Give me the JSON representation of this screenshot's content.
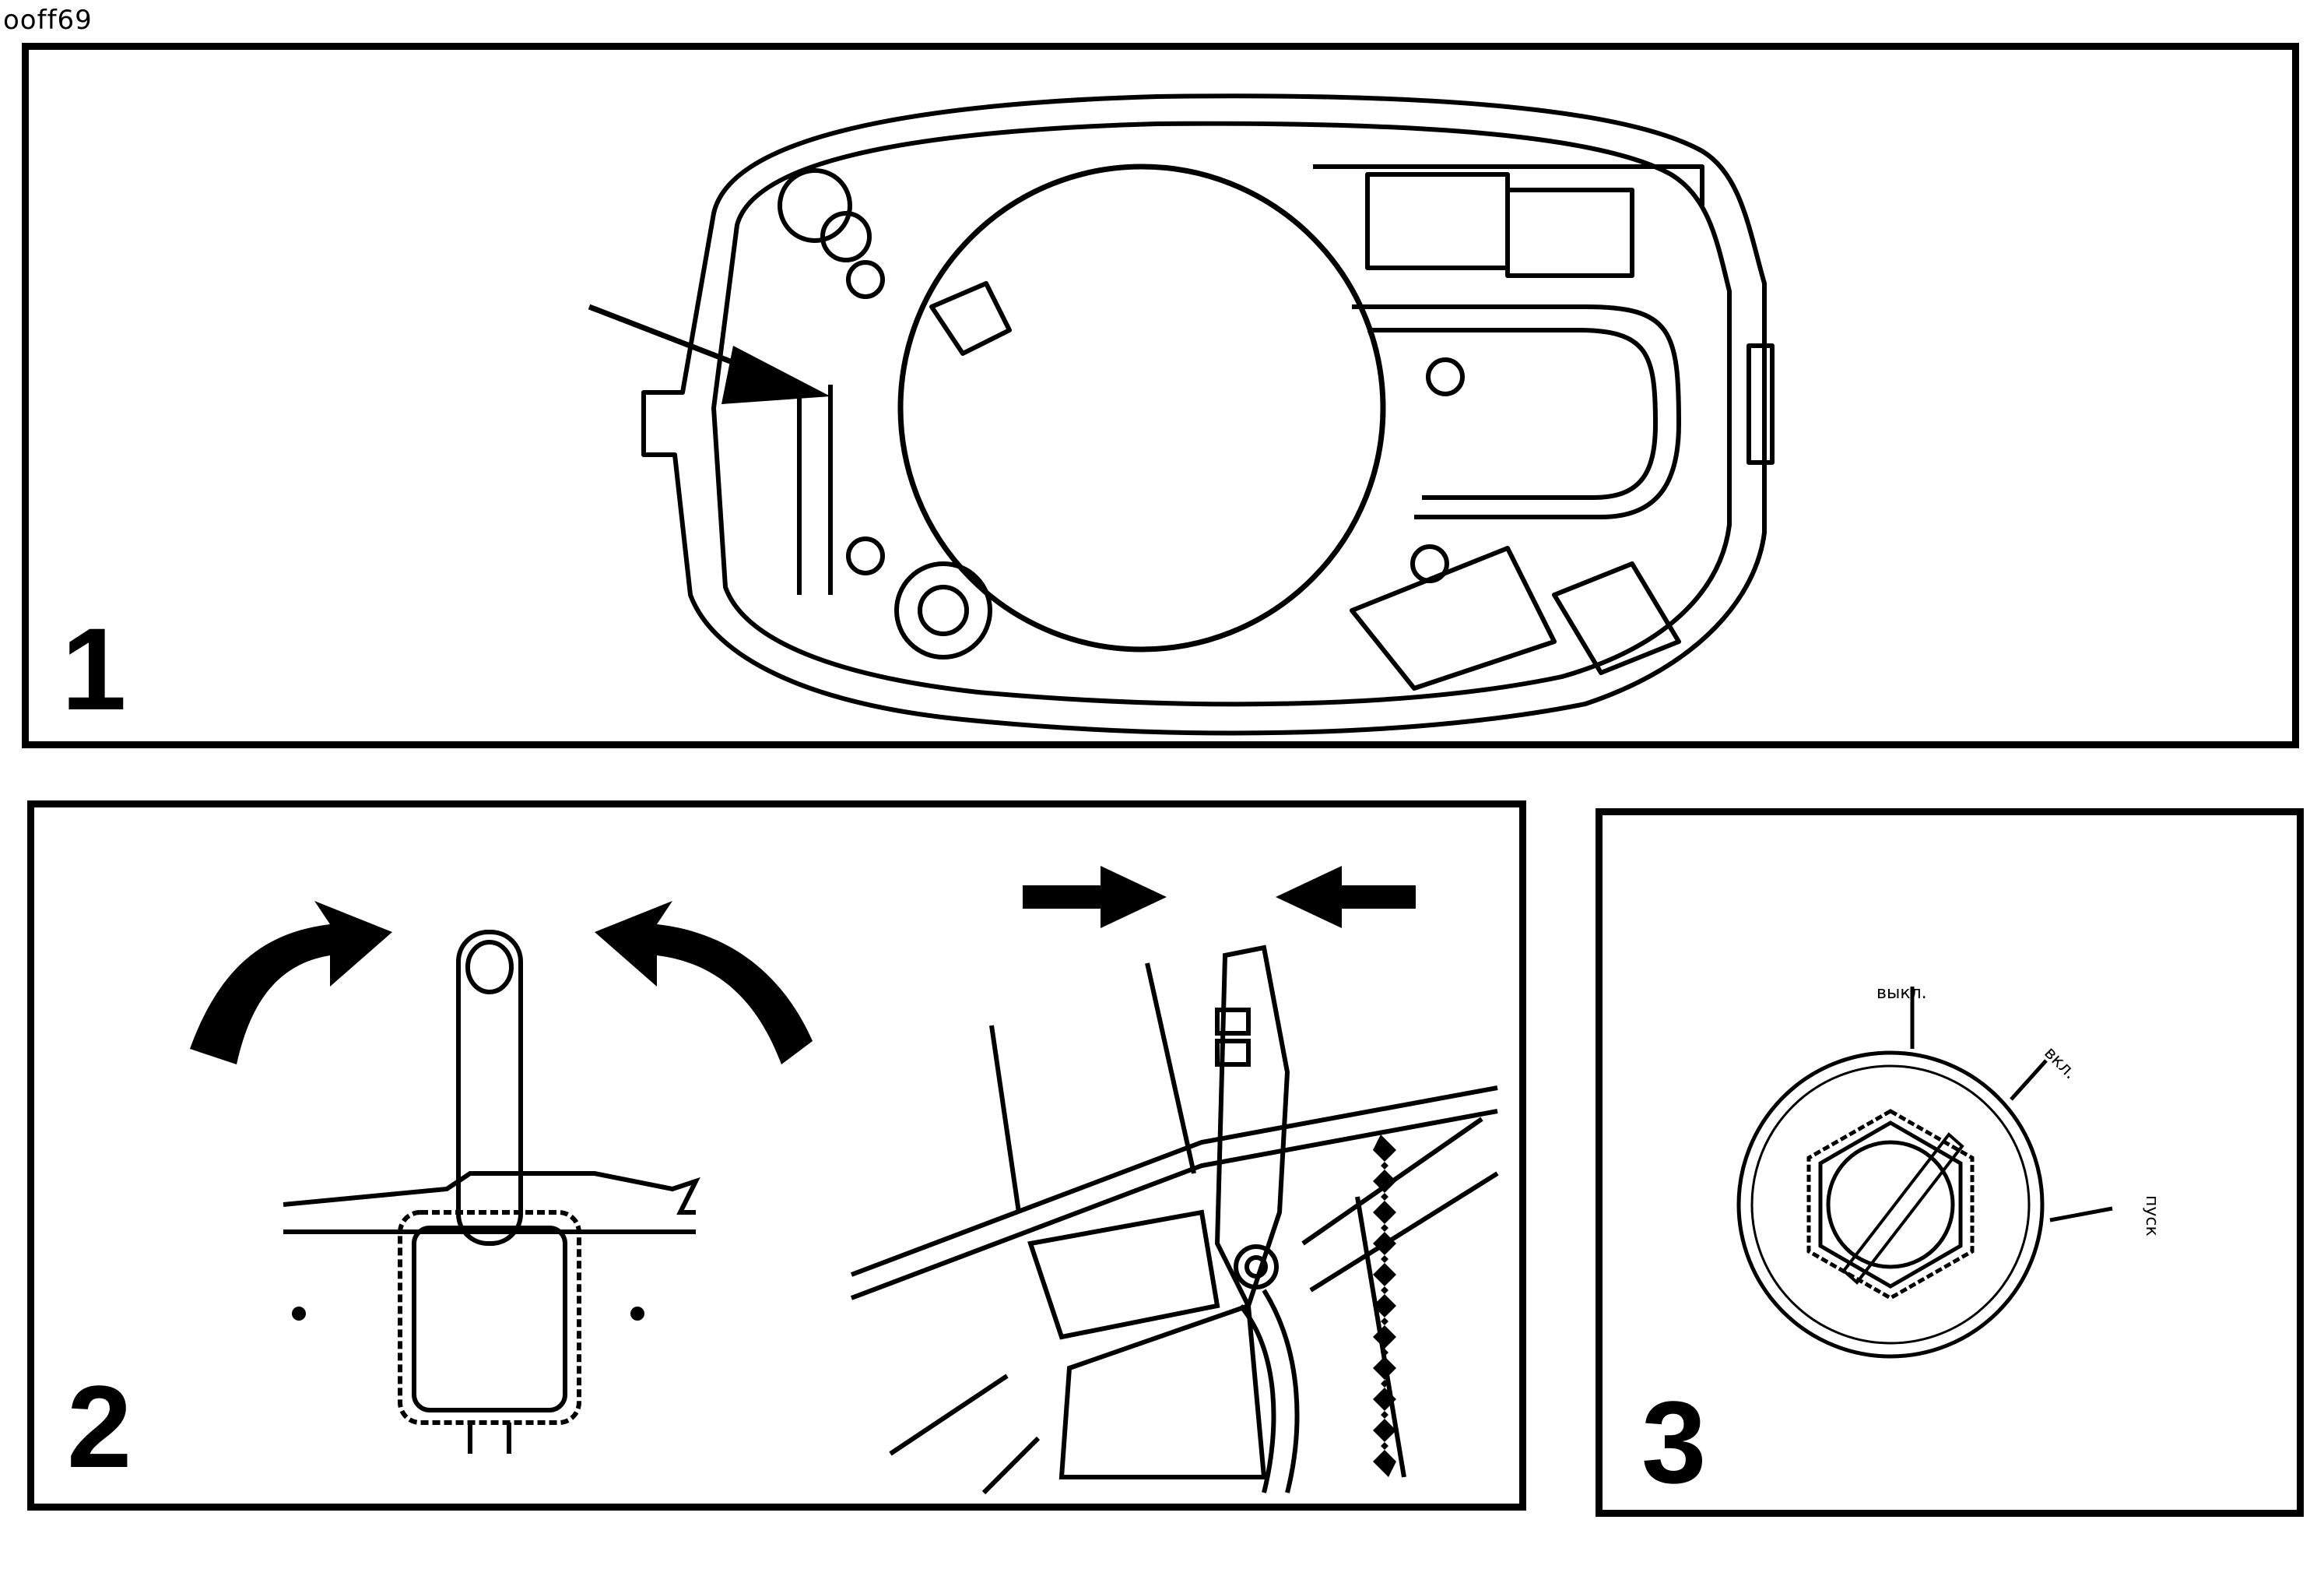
{
  "document": {
    "corner_label": "ooff69"
  },
  "panels": [
    {
      "number": "1"
    },
    {
      "number": "2"
    },
    {
      "number": "3"
    }
  ],
  "switch_positions": {
    "off": "выкл.",
    "on": "вкл.",
    "start": "пуск"
  },
  "colors": {
    "ink": "#000000",
    "paper": "#ffffff"
  }
}
